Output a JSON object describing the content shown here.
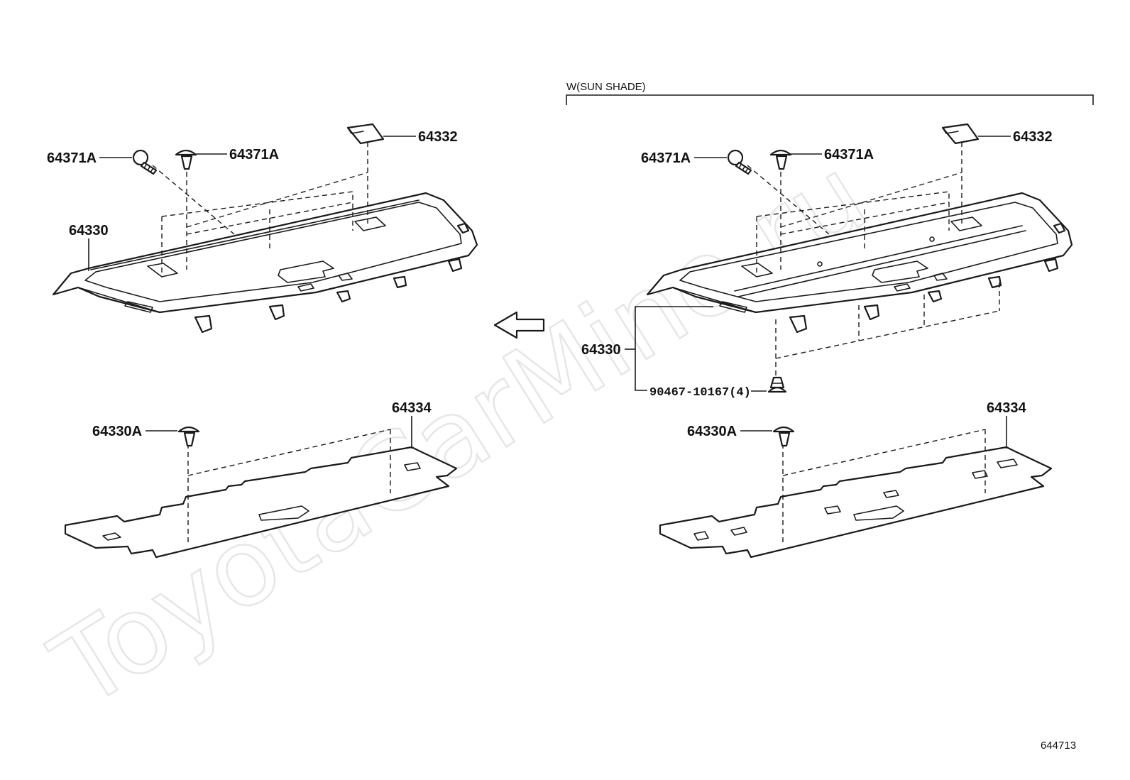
{
  "watermark": "ToyotaCarMine.ru",
  "variant_label": "W(SUN SHADE)",
  "diagram_id": "644713",
  "left_assembly": {
    "screw_label": "64371A",
    "clip_label": "64371A",
    "cap_label": "64332",
    "panel_label": "64330",
    "lower_clip_label": "64330A",
    "lower_panel_label": "64334"
  },
  "right_assembly": {
    "screw_label": "64371A",
    "clip_label": "64371A",
    "cap_label": "64332",
    "panel_label": "64330",
    "fastener_label": "90467-10167(4)",
    "lower_clip_label": "64330A",
    "lower_panel_label": "64334"
  },
  "icons": {
    "direction_arrow": "arrow-left-icon"
  }
}
